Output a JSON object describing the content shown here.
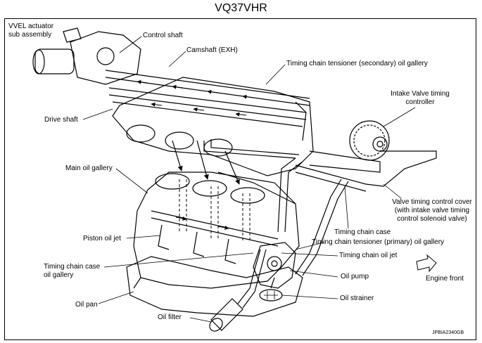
{
  "title": "VQ37VHR",
  "labels": {
    "vvel_actuator": "VVEL actuator sub assembly",
    "control_shaft": "Control shaft",
    "camshaft_exh": "Camshaft (EXH)",
    "tensioner_secondary": "Timing chain tensioner (secondary) oil gallery",
    "intake_valve_timing": "Intake Valve timing controller",
    "drive_shaft": "Drive shaft",
    "main_oil_gallery": "Main oil gallery",
    "valve_timing_cover": "Valve timing control cover (with intake valve timing control solenoid valve)",
    "piston_oil_jet": "Piston oil jet",
    "timing_chain_case": "Timing chain case",
    "tensioner_primary": "Timing chain tensioner (primary) oil gallery",
    "timing_chain_oil_jet": "Timing chain oil jet",
    "timing_chain_case_gallery": "Timing chain case oil gallery",
    "oil_pump": "Oil pump",
    "engine_front": "Engine front",
    "oil_pan": "Oil pan",
    "oil_strainer": "Oil strainer",
    "oil_filter": "Oil filter",
    "image_code": "JPBIA2340GB"
  },
  "icons": [
    "direction-arrow-icon"
  ],
  "colors": {
    "line": "#000000",
    "background": "#ffffff"
  }
}
